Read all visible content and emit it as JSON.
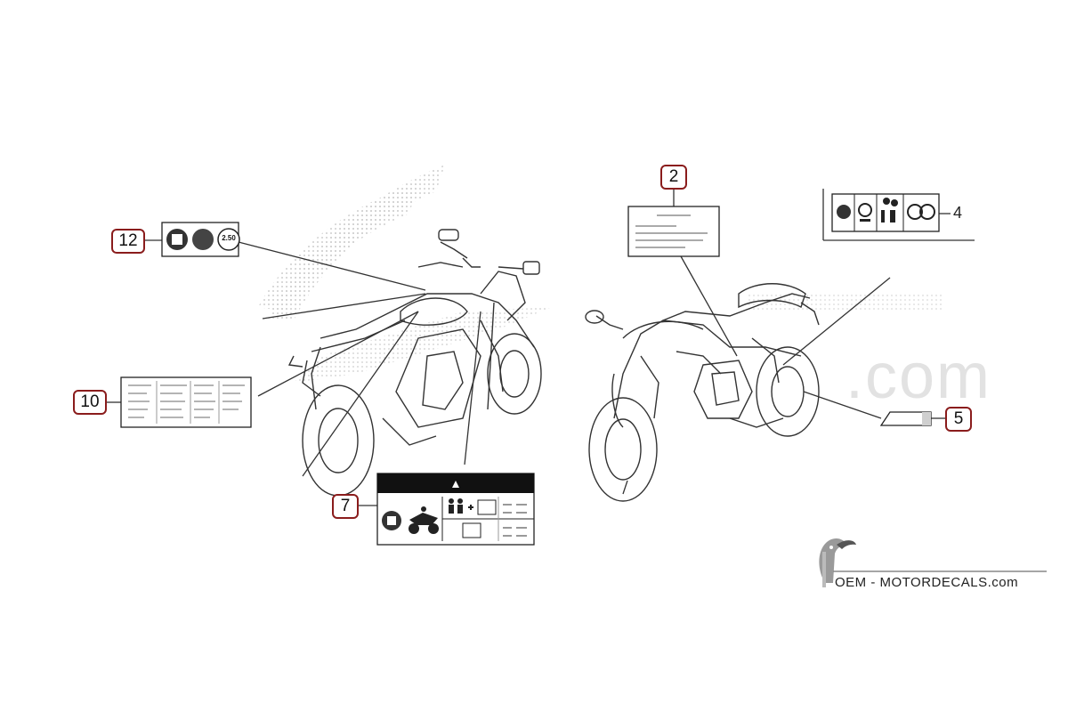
{
  "callouts": {
    "c12": "12",
    "c10": "10",
    "c7": "7",
    "c2": "2",
    "c5": "5",
    "c4": "4"
  },
  "labels": {
    "speed_badge": "2.50"
  },
  "watermark": {
    "right_text": ".com"
  },
  "brand": {
    "name": "OEM - MOTORDECALS.com"
  },
  "colors": {
    "callout_border": "#8a1c1c",
    "line": "#333333",
    "watermark": "#e2e2e2"
  }
}
